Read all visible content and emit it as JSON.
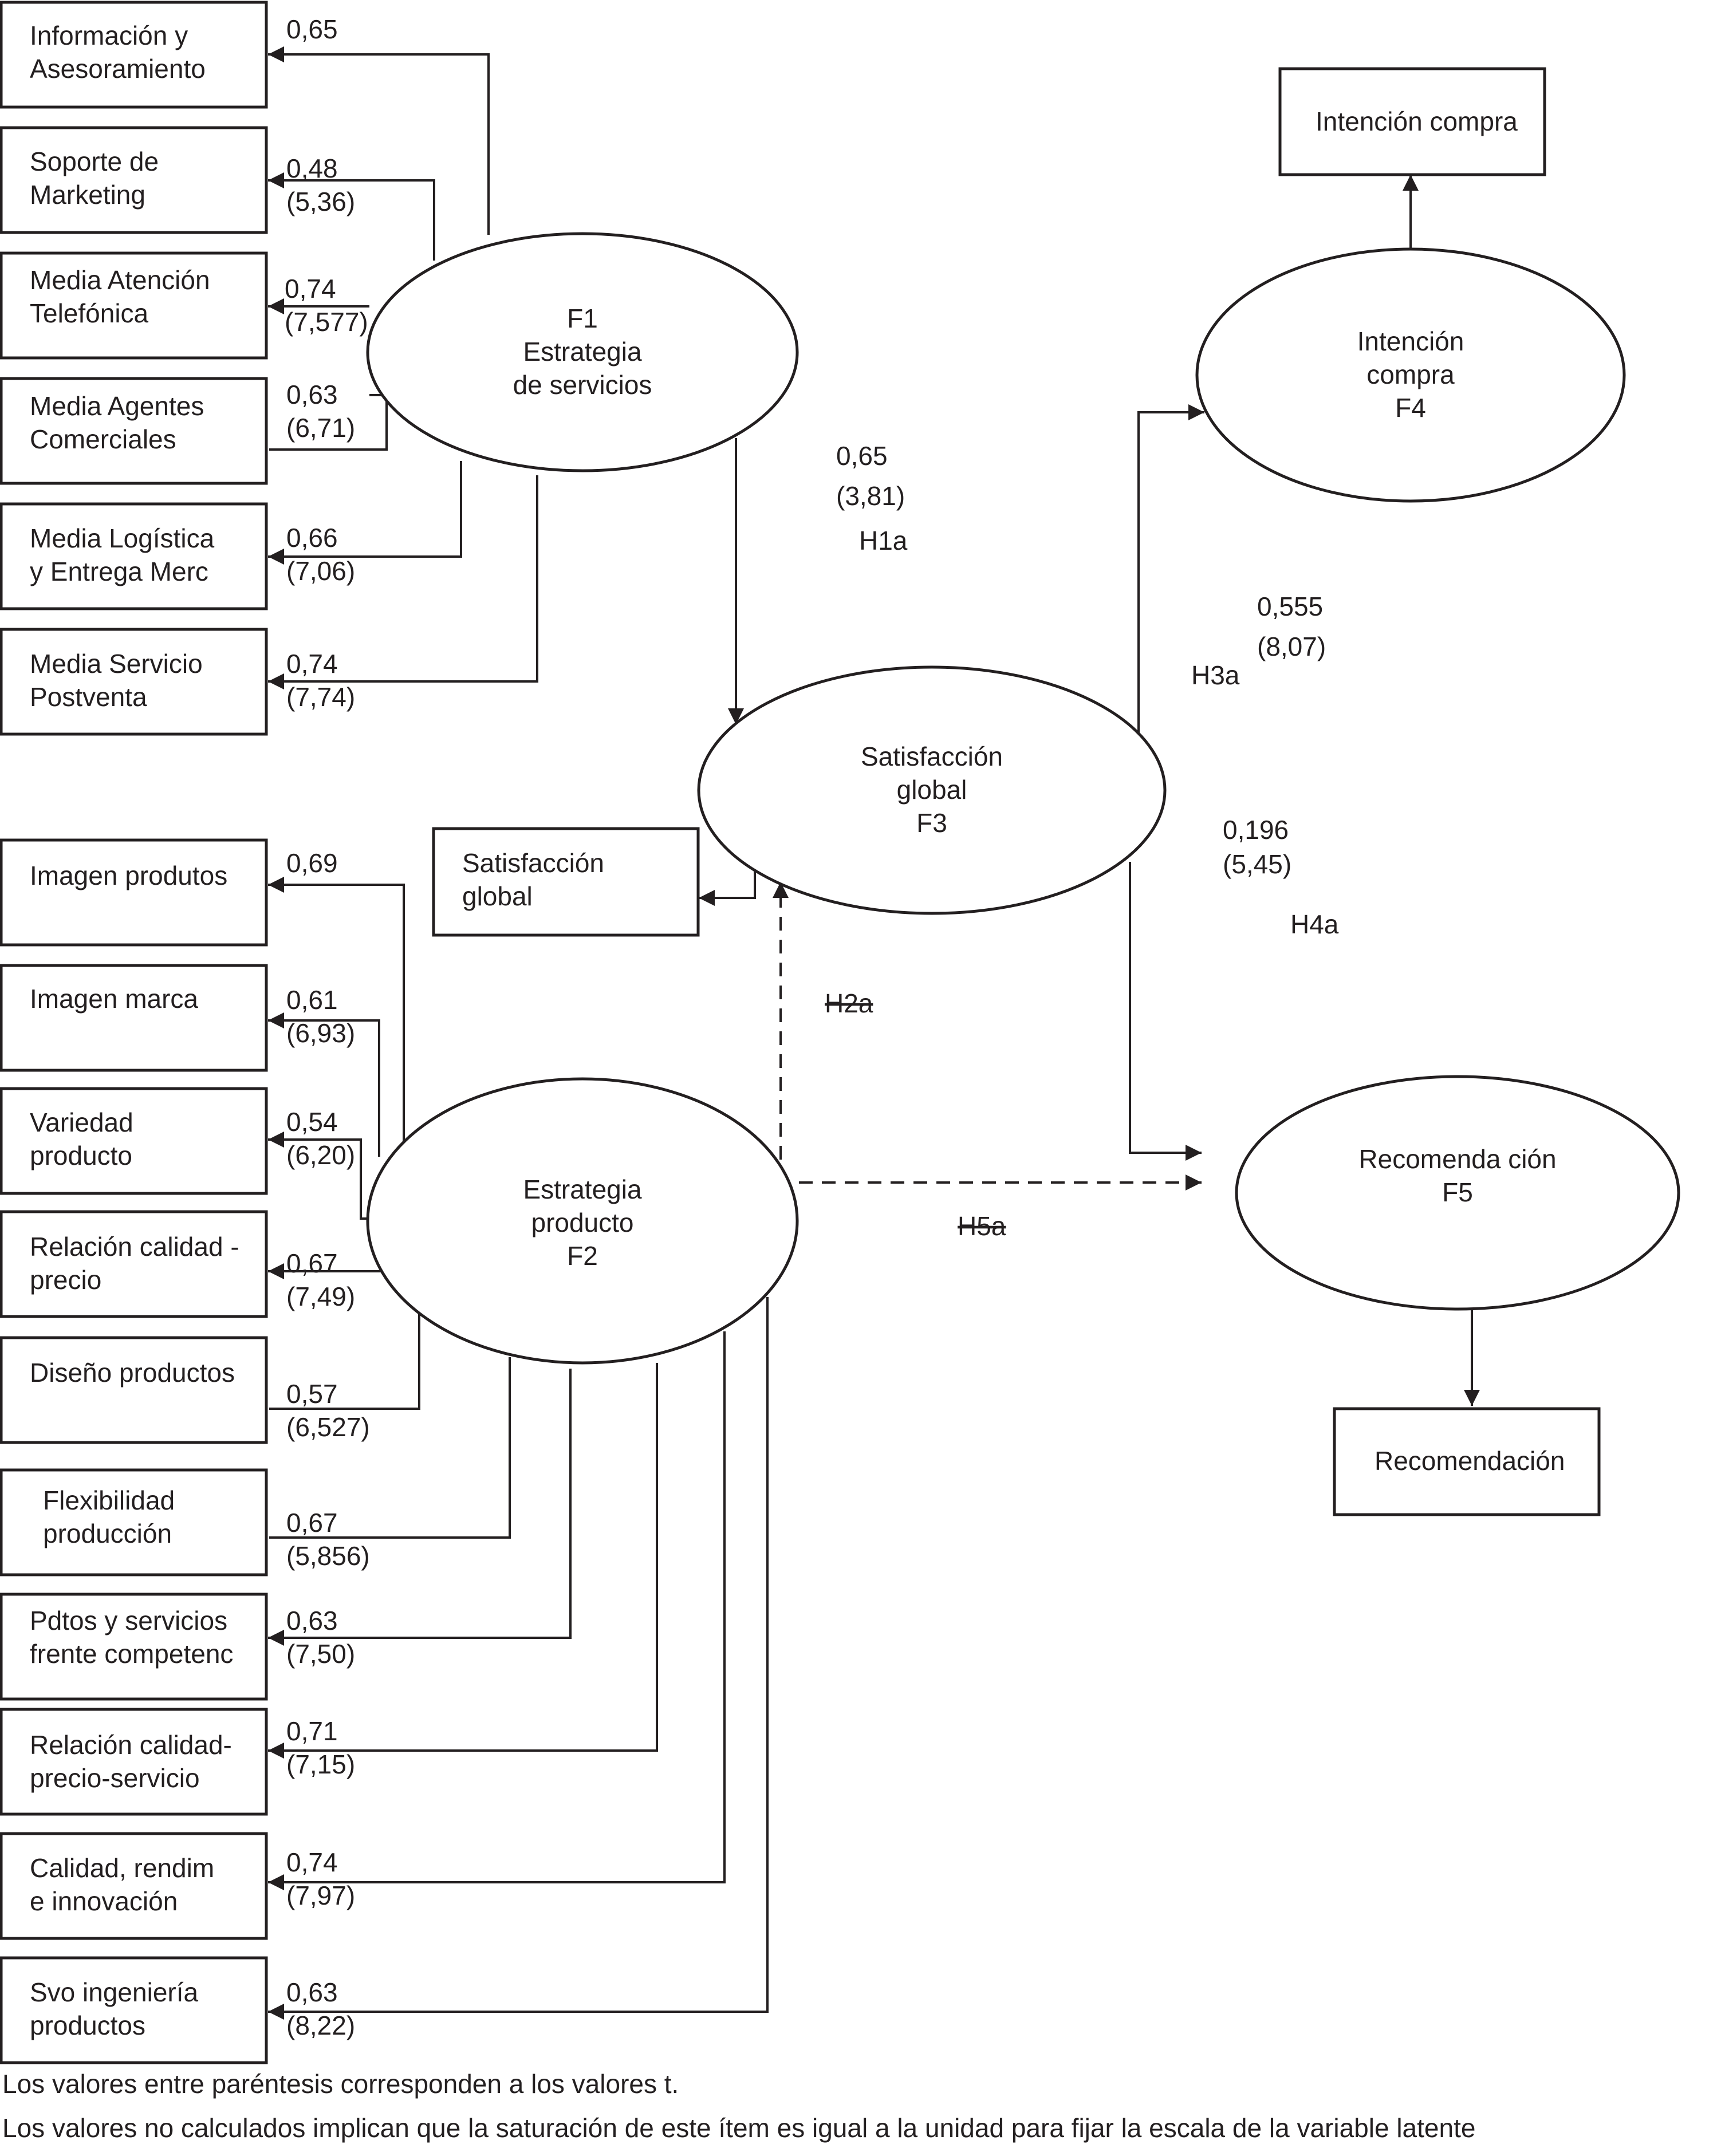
{
  "service_items": [
    {
      "lines": [
        "Información y",
        "Asesoramiento"
      ],
      "loading": "0,65",
      "t": ""
    },
    {
      "lines": [
        "Soporte de",
        "Marketing"
      ],
      "loading": "0,48",
      "t": "(5,36)"
    },
    {
      "lines": [
        "Media Atención",
        "Telefónica"
      ],
      "loading": "0,74",
      "t": "(7,577)"
    },
    {
      "lines": [
        "Media Agentes",
        "Comerciales"
      ],
      "loading": "0,63",
      "t": "(6,71)"
    },
    {
      "lines": [
        "Media Logística",
        "y Entrega Merc"
      ],
      "loading": "0,66",
      "t": "(7,06)"
    },
    {
      "lines": [
        "Media Servicio",
        "Postventa"
      ],
      "loading": "0,74",
      "t": "(7,74)"
    }
  ],
  "product_items": [
    {
      "lines": [
        "Imagen produtos"
      ],
      "loading": "0,69",
      "t": ""
    },
    {
      "lines": [
        "Imagen marca"
      ],
      "loading": "0,61",
      "t": "(6,93)"
    },
    {
      "lines": [
        "Variedad",
        "producto"
      ],
      "loading": "0,54",
      "t": "(6,20)"
    },
    {
      "lines": [
        "Relación calidad -",
        "precio"
      ],
      "loading": "0,67",
      "t": "(7,49)"
    },
    {
      "lines": [
        "Diseño productos"
      ],
      "loading": "0,57",
      "t": "(6,527)"
    },
    {
      "lines": [
        "Flexibilidad",
        "producción"
      ],
      "loading": "0,67",
      "t": "(5,856)"
    },
    {
      "lines": [
        "Pdtos y servicios",
        "frente competenc"
      ],
      "loading": "0,63",
      "t": "(7,50)"
    },
    {
      "lines": [
        "Relación calidad-",
        "precio-servicio"
      ],
      "loading": "0,71",
      "t": "(7,15)"
    },
    {
      "lines": [
        "Calidad, rendim",
        "e innovación"
      ],
      "loading": "0,74",
      "t": "(7,97)"
    },
    {
      "lines": [
        "Svo ingeniería",
        "productos"
      ],
      "loading": "0,63",
      "t": "(8,22)"
    }
  ],
  "factors": {
    "f1": [
      "F1",
      "Estrategia",
      "de servicios"
    ],
    "f2": [
      "Estrategia",
      "producto",
      "F2"
    ],
    "f3": [
      "Satisfacción",
      "global",
      "F3"
    ],
    "f4": [
      "Intención",
      "compra",
      "F4"
    ],
    "f5": [
      "Recomenda ción",
      "F5"
    ]
  },
  "indicators": {
    "satisfaccion": [
      "Satisfacción",
      "global"
    ],
    "intencion": [
      "Intención compra"
    ],
    "recomendacion": [
      "Recomendación"
    ]
  },
  "paths": {
    "h1a": {
      "coef": "0,65",
      "t": "(3,81)",
      "label": "H1a"
    },
    "h3a": {
      "coef": "0,555",
      "t": "(8,07)",
      "label": "H3a"
    },
    "h4a": {
      "coef": "0,196",
      "t": "(5,45)",
      "label": "H4a"
    },
    "h2a": {
      "label": "H2a"
    },
    "h5a": {
      "label": "H5a"
    }
  },
  "notes": [
    "Los valores entre paréntesis corresponden a los valores t.",
    "Los valores no calculados implican que la saturación de este ítem es igual a la unidad para fijar la escala de la variable latente"
  ]
}
